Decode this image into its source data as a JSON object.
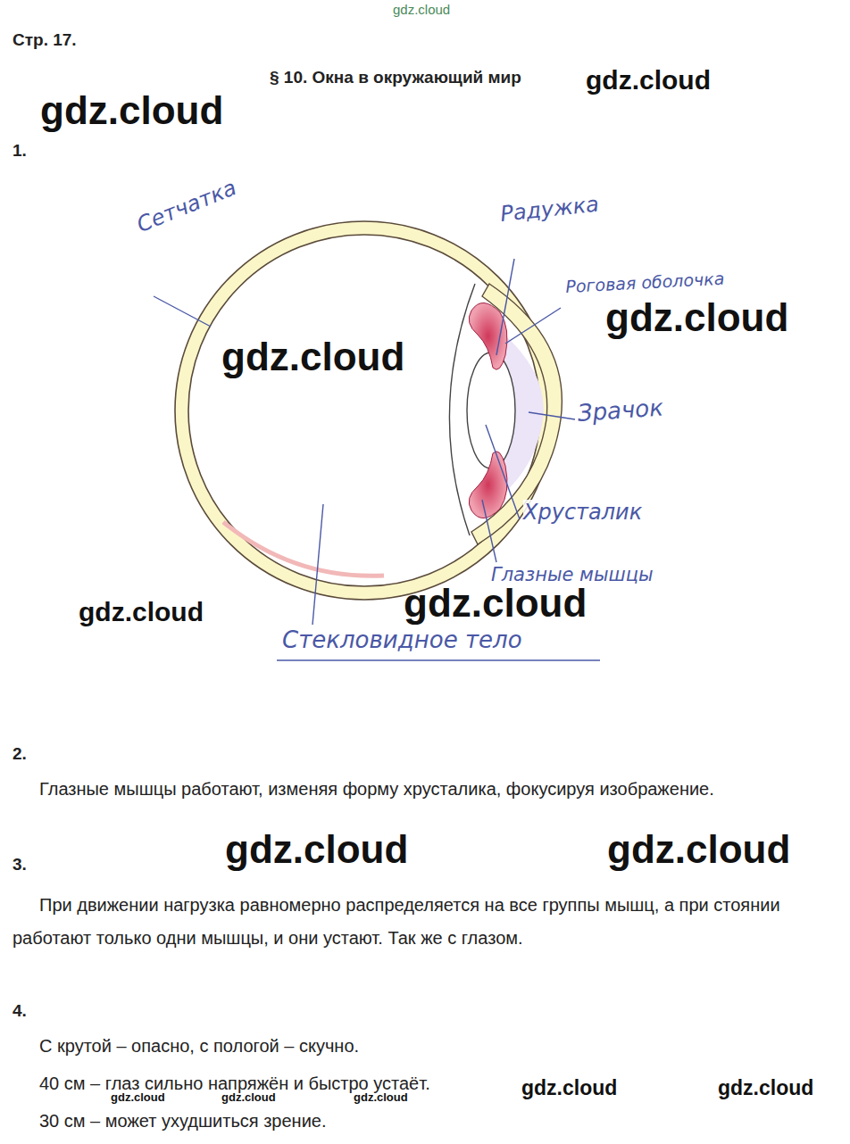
{
  "diagram": {
    "title": "§ 10. Окна в окружающий мир",
    "labels": [
      "gdz.cloud",
      "Стр. 17.",
      "gdz.cloud",
      "gdz.cloud",
      "1.",
      "Сетчатка",
      "Радужка",
      "Роговая оболочка",
      "gdz.cloud",
      "gdz.cloud",
      "Зрачок",
      "Хрусталик",
      "Глазные мышцы",
      "gdz.cloud",
      "gdz.cloud",
      "Стекловидное тело",
      "2.",
      "Глазные мышцы работают, изменяя форму хрусталика, фокусируя изображение.",
      "gdz.cloud",
      "gdz.cloud",
      "3.",
      "При движении нагрузка равномерно распределяется на все группы мышц, а при стоянии работают только одни мышцы, и они устают. Так же с глазом.",
      "4.",
      "С крутой – опасно, с пологой – скучно.",
      "gdz.cloud",
      "gdz.cloud",
      "40 см – глаз сильно напряжён и быстро устаёт.",
      "gdz.cloud",
      "gdz.cloud",
      "gdz.cloud",
      "30 см – может ухудшиться зрение."
    ]
  }
}
